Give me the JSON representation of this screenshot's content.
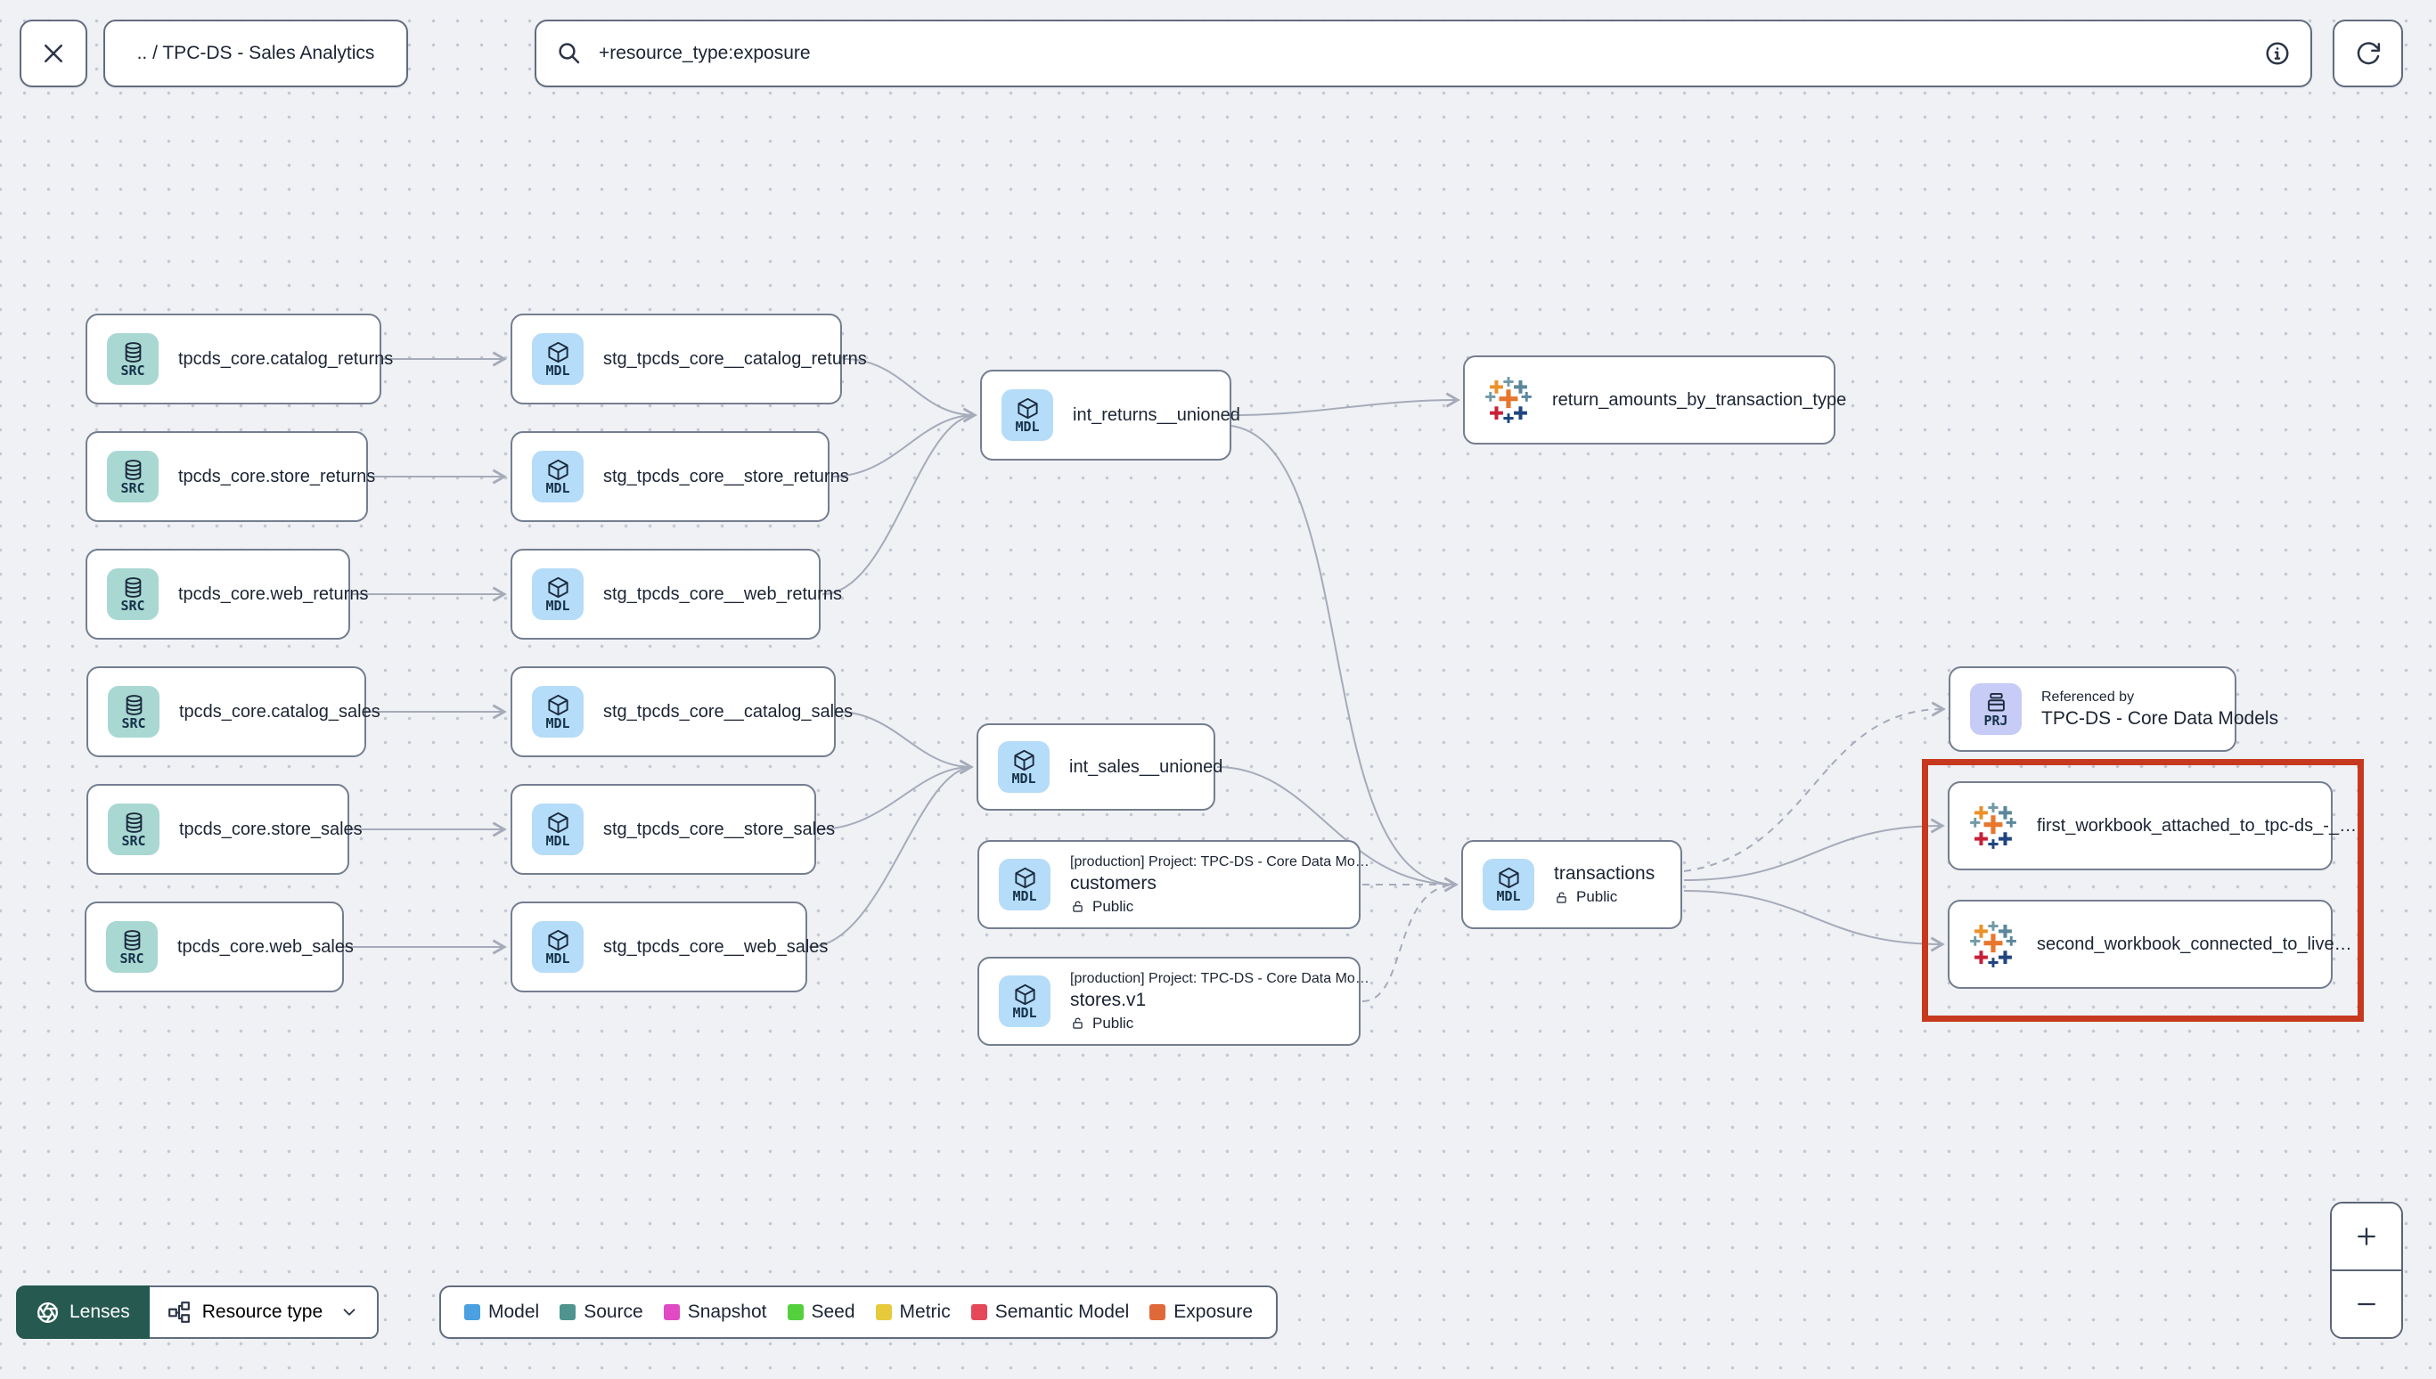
{
  "topbar": {
    "breadcrumb": ".. / TPC-DS - Sales Analytics",
    "search_value": "+resource_type:exposure"
  },
  "graph": {
    "badges": {
      "source": "SRC",
      "model": "MDL",
      "project": "PRJ"
    },
    "sources": [
      "tpcds_core.catalog_returns",
      "tpcds_core.store_returns",
      "tpcds_core.web_returns",
      "tpcds_core.catalog_sales",
      "tpcds_core.store_sales",
      "tpcds_core.web_sales"
    ],
    "staging": [
      "stg_tpcds_core__catalog_returns",
      "stg_tpcds_core__store_returns",
      "stg_tpcds_core__web_returns",
      "stg_tpcds_core__catalog_sales",
      "stg_tpcds_core__store_sales",
      "stg_tpcds_core__web_sales"
    ],
    "intermediates": [
      "int_returns__unioned",
      "int_sales__unioned"
    ],
    "project_models": [
      {
        "project": "[production] Project: TPC-DS - Core Data Mo…",
        "name": "customers",
        "access": "Public"
      },
      {
        "project": "[production] Project: TPC-DS - Core Data Mo…",
        "name": "stores.v1",
        "access": "Public"
      }
    ],
    "transactions": {
      "name": "transactions",
      "access": "Public"
    },
    "referenced_by": {
      "title": "Referenced by",
      "name": "TPC-DS - Core Data Models"
    },
    "exposures": {
      "returns": "return_amounts_by_transaction_type",
      "workbook_first": "first_workbook_attached_to_tpc-ds_-_…",
      "workbook_second": "second_workbook_connected_to_live…"
    }
  },
  "legend": {
    "items": [
      {
        "label": "Model",
        "color": "#4aa0e0"
      },
      {
        "label": "Source",
        "color": "#4f948e"
      },
      {
        "label": "Snapshot",
        "color": "#e04ac2"
      },
      {
        "label": "Seed",
        "color": "#54d03f"
      },
      {
        "label": "Metric",
        "color": "#e7ca3c"
      },
      {
        "label": "Semantic Model",
        "color": "#e54858"
      },
      {
        "label": "Exposure",
        "color": "#e0693a"
      }
    ]
  },
  "footer": {
    "lenses": "Lenses",
    "resource_type": "Resource type"
  }
}
